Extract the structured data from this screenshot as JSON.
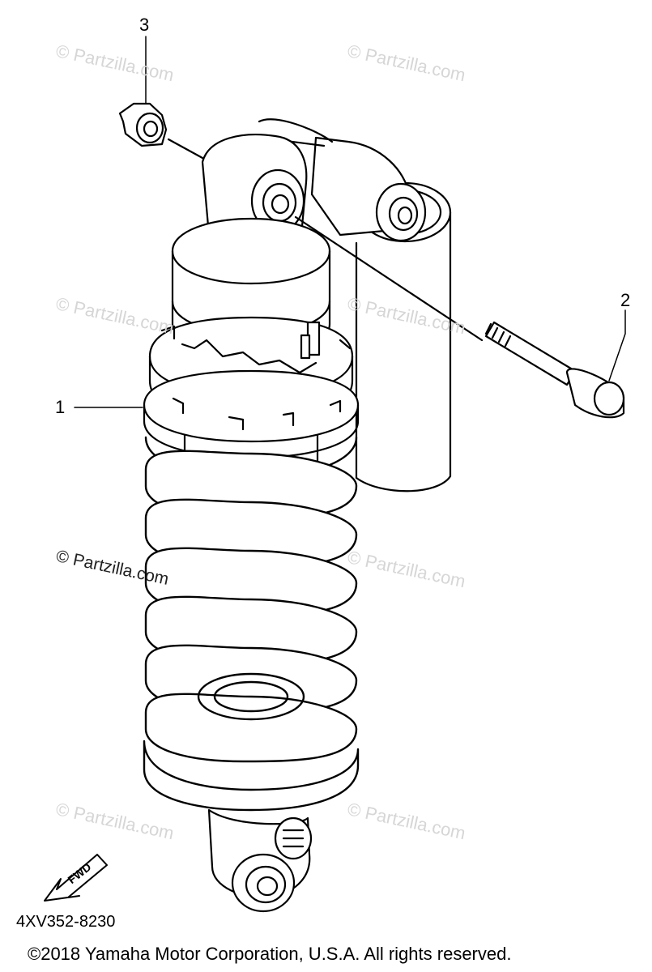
{
  "diagram": {
    "callouts": [
      {
        "id": "1",
        "label": "1"
      },
      {
        "id": "2",
        "label": "2"
      },
      {
        "id": "3",
        "label": "3"
      }
    ],
    "fwd_label": "FWD",
    "diagram_code": "4XV352-8230",
    "copyright": "©2018  Yamaha Motor Corporation, U.S.A. All rights reserved.",
    "watermark": "© Partzilla.com"
  }
}
